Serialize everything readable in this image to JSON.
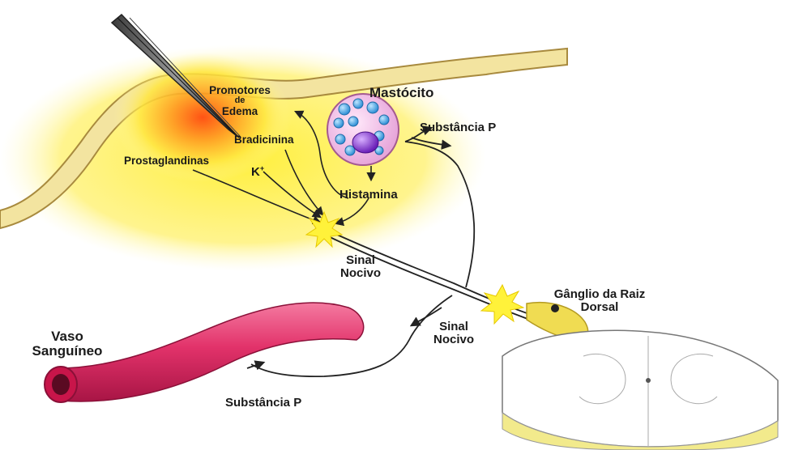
{
  "labels": {
    "promotores_l1": "Promotores",
    "promotores_l2": "de",
    "promotores_l3": "Edema",
    "mastocito": "Mastócito",
    "substancia_p_top": "Substância P",
    "bradicinina": "Bradicinina",
    "prostaglandinas": "Prostaglandinas",
    "k_plus": "K",
    "k_plus_sup": "+",
    "histamina": "Histamina",
    "sinal_nocivo_1_l1": "Sinal",
    "sinal_nocivo_1_l2": "Nocivo",
    "ganglio_l1": "Gânglio da Raiz",
    "ganglio_l2": "Dorsal",
    "sinal_nocivo_2_l1": "Sinal",
    "sinal_nocivo_2_l2": "Nocivo",
    "vaso_l1": "Vaso",
    "vaso_l2": "Sanguíneo",
    "substancia_p_bottom": "Substância P"
  },
  "colors": {
    "skin": "#f6e8a8",
    "skin_outline": "#b79a4e",
    "inflammation": "#ff6a1a",
    "glow": "#fff04a",
    "vessel": "#e8366b",
    "vessel_dark": "#b01848",
    "mast_cell": "#f3c6ea",
    "granule": "#48a6e6",
    "nucleus": "#8a3ad0",
    "nerve": "#2a2a2a",
    "ganglion": "#f2de55"
  }
}
